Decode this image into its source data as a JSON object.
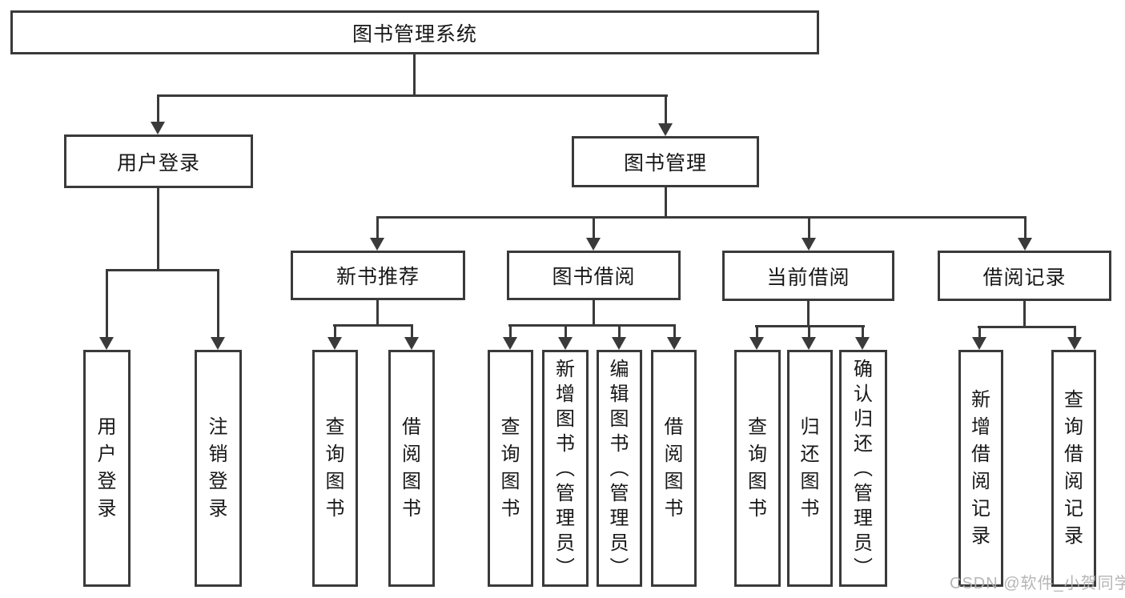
{
  "colors": {
    "line": "#3a3a3a",
    "box_border": "#3a3a3a",
    "text": "#171717",
    "background": "#ffffff",
    "watermark": "#b0b0b0"
  },
  "watermark": {
    "text": "CSDN @软件_小贺同学"
  },
  "diagram": {
    "title": "图书管理系统",
    "level2": {
      "user_login": "用户登录",
      "book_mgmt": "图书管理"
    },
    "level3": {
      "new_book": "新书推荐",
      "book_borrow": "图书借阅",
      "current_borrow": "当前借阅",
      "borrow_record": "借阅记录"
    },
    "leaves": [
      "用户登录",
      "注销登录",
      "查询图书",
      "借阅图书",
      "查询图书",
      "新增图书（管理员）",
      "编辑图书（管理员）",
      "借阅图书",
      "查询图书",
      "归还图书",
      "确认归还（管理员）",
      "新增借阅记录",
      "查询借阅记录"
    ],
    "hierarchy": {
      "图书管理系统": [
        "用户登录",
        "图书管理"
      ],
      "用户登录": [
        "用户登录",
        "注销登录"
      ],
      "图书管理": [
        "新书推荐",
        "图书借阅",
        "当前借阅",
        "借阅记录"
      ],
      "新书推荐": [
        "查询图书",
        "借阅图书"
      ],
      "图书借阅": [
        "查询图书",
        "新增图书（管理员）",
        "编辑图书（管理员）",
        "借阅图书"
      ],
      "当前借阅": [
        "查询图书",
        "归还图书",
        "确认归还（管理员）"
      ],
      "借阅记录": [
        "新增借阅记录",
        "查询借阅记录"
      ]
    }
  }
}
